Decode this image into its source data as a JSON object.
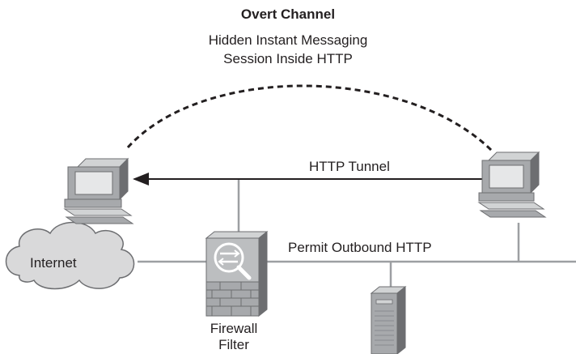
{
  "labels": {
    "title": "Overt Channel",
    "subtitle_line1": "Hidden Instant Messaging",
    "subtitle_line2": "Session Inside HTTP",
    "tunnel": "HTTP Tunnel",
    "permit": "Permit Outbound HTTP",
    "cloud": "Internet",
    "firewall_line1": "Firewall",
    "firewall_line2": "Filter"
  },
  "colors": {
    "line": "#9d9fa2",
    "arrow": "#231f20",
    "device_dark": "#6d6e71",
    "device_mid": "#a7a9ac",
    "device_light": "#d1d3d4",
    "cloud_fill": "#d9d9da"
  },
  "icons": [
    "left-computer-icon",
    "right-computer-icon",
    "internet-cloud-icon",
    "firewall-filter-icon",
    "server-icon"
  ]
}
